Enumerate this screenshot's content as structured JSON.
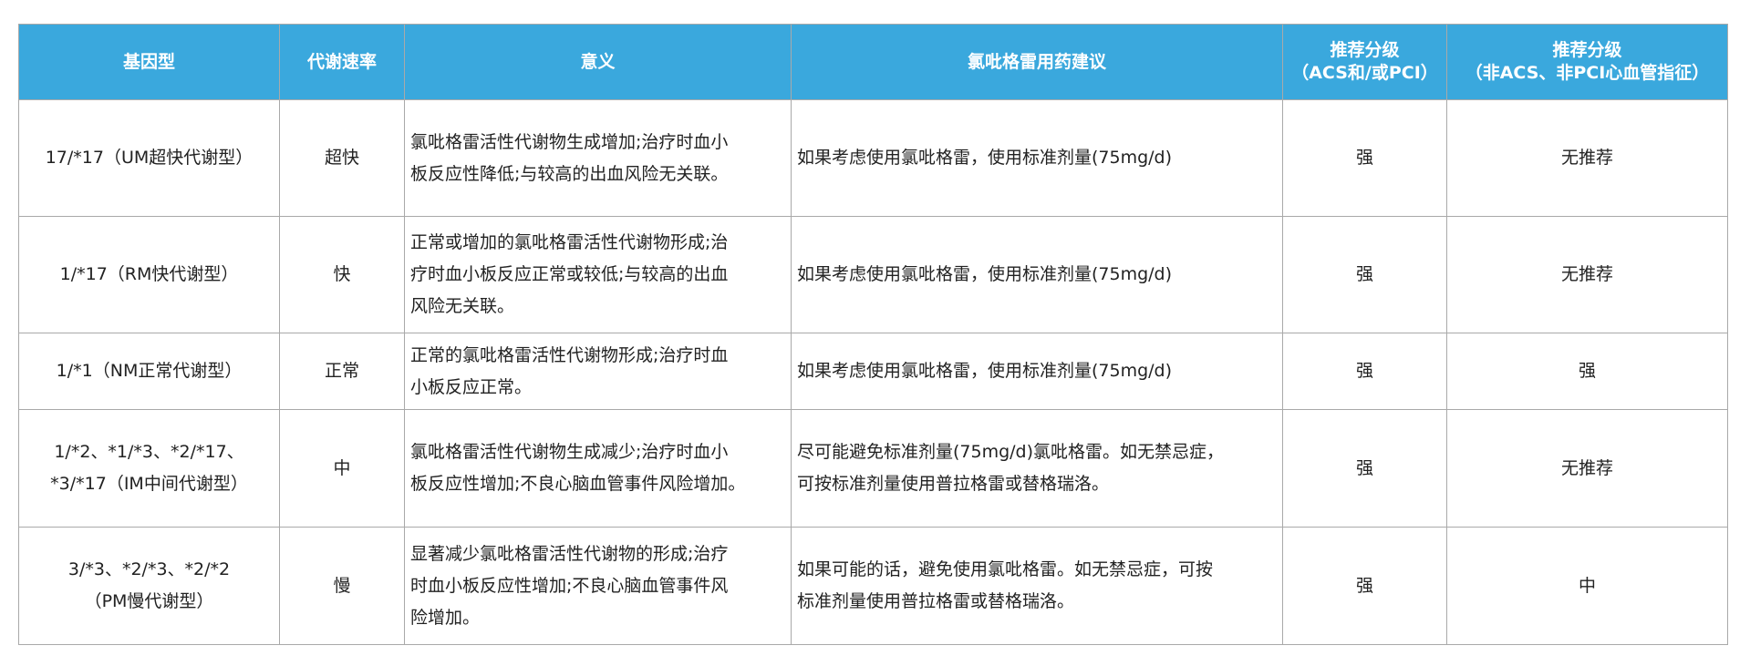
{
  "headers": [
    {
      "lines": [
        "基因型"
      ]
    },
    {
      "lines": [
        "代谢速率"
      ]
    },
    {
      "lines": [
        "意义"
      ]
    },
    {
      "lines": [
        "氯吡格雷用药建议"
      ]
    },
    {
      "lines": [
        "推荐分级",
        "（ACS和/或PCI）"
      ]
    },
    {
      "lines": [
        "推荐分级",
        "（非ACS、非PCI心血管指征）"
      ]
    }
  ],
  "rows": [
    {
      "genotype": [
        "17/*17（UM超快代谢型）"
      ],
      "rate": "超快",
      "meaning": [
        "氯吡格雷活性代谢物生成增加;治疗时血小",
        "板反应性降低;与较高的出血风险无关联。"
      ],
      "advice": [
        "如果考虑使用氯吡格雷，使用标准剂量(75mg/d)"
      ],
      "grade_acs": "强",
      "grade_non_acs": "无推荐"
    },
    {
      "genotype": [
        "1/*17（RM快代谢型）"
      ],
      "rate": "快",
      "meaning": [
        "正常或增加的氯吡格雷活性代谢物形成;治",
        "疗时血小板反应正常或较低;与较高的出血",
        "风险无关联。"
      ],
      "advice": [
        "如果考虑使用氯吡格雷，使用标准剂量(75mg/d)"
      ],
      "grade_acs": "强",
      "grade_non_acs": "无推荐"
    },
    {
      "genotype": [
        "1/*1（NM正常代谢型）"
      ],
      "rate": "正常",
      "meaning": [
        "正常的氯吡格雷活性代谢物形成;治疗时血",
        "小板反应正常。"
      ],
      "advice": [
        "如果考虑使用氯吡格雷，使用标准剂量(75mg/d)"
      ],
      "grade_acs": "强",
      "grade_non_acs": "强"
    },
    {
      "genotype": [
        "1/*2、*1/*3、*2/*17、",
        "*3/*17（IM中间代谢型）"
      ],
      "rate": "中",
      "meaning": [
        "氯吡格雷活性代谢物生成减少;治疗时血小",
        "板反应性增加;不良心脑血管事件风险增加。"
      ],
      "advice": [
        "尽可能避免标准剂量(75mg/d)氯吡格雷。如无禁忌症，",
        "可按标准剂量使用普拉格雷或替格瑞洛。"
      ],
      "grade_acs": "强",
      "grade_non_acs": "无推荐"
    },
    {
      "genotype": [
        "3/*3、*2/*3、*2/*2",
        "（PM慢代谢型）"
      ],
      "rate": "慢",
      "meaning": [
        "显著减少氯吡格雷活性代谢物的形成;治疗",
        "时血小板反应性增加;不良心脑血管事件风",
        "险增加。"
      ],
      "advice": [
        "如果可能的话，避免使用氯吡格雷。如无禁忌症，可按",
        "标准剂量使用普拉格雷或替格瑞洛。"
      ],
      "grade_acs": "强",
      "grade_non_acs": "中"
    }
  ]
}
